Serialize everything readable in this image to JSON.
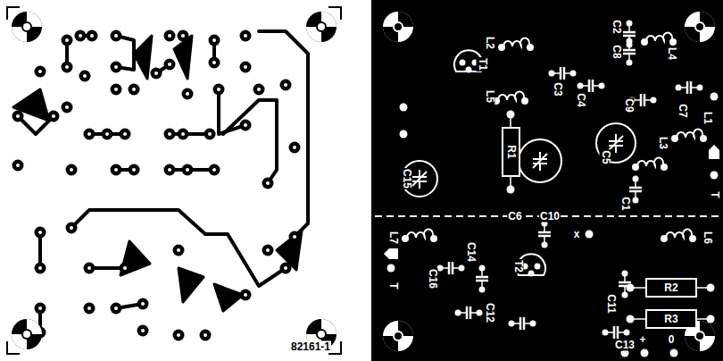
{
  "diagram": {
    "nodes": [
      {
        "text": [
          "R1"
        ]
      },
      {
        "text": [
          "R2"
        ]
      },
      {
        "text": [
          "R3"
        ]
      }
    ],
    "labels": [
      "82161-1",
      "L2",
      "C2",
      "C8",
      "T1",
      "L4",
      "L5",
      "C3",
      "C4",
      "C9",
      "C7",
      "L1",
      "L3",
      "C5",
      "C15",
      "C6",
      "C10",
      "C1",
      "T",
      "L7",
      "L6",
      "C14",
      "T2",
      "x",
      "C16",
      "T",
      "C11",
      "C12",
      "C13",
      "+",
      "0"
    ]
  }
}
